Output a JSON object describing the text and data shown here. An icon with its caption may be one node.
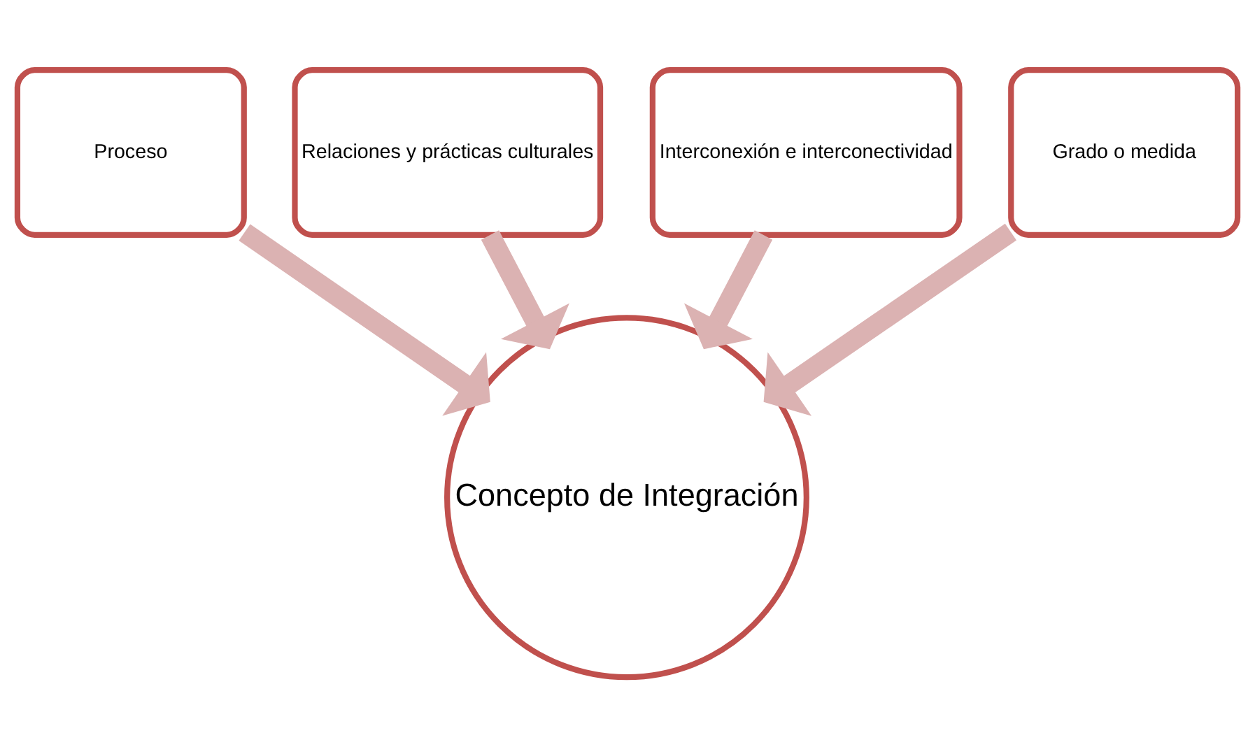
{
  "diagram": {
    "nodes": [
      {
        "text": [
          "Relaciones y prácticas culturales"
        ]
      },
      {
        "text": [
          "Interconexión e interconectividad"
        ]
      },
      {
        "text": [
          "Proceso"
        ]
      },
      {
        "text": [
          "Concepto de Integración"
        ]
      },
      {
        "text": [
          "Grado o medida"
        ]
      }
    ],
    "edges": [
      {
        "from": 0,
        "to": 3,
        "arrow": "to"
      },
      {
        "from": 1,
        "to": 3,
        "arrow": "to"
      },
      {
        "from": 2,
        "to": 3,
        "arrow": "to"
      },
      {
        "from": 4,
        "to": 3,
        "arrow": "to"
      }
    ]
  }
}
